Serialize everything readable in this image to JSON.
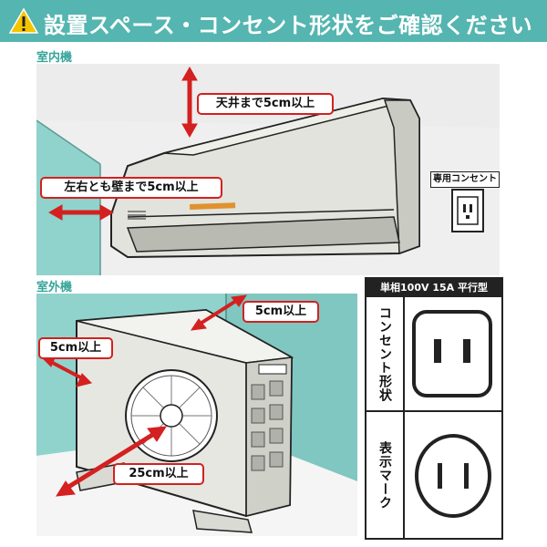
{
  "banner": {
    "title": "設置スペース・コンセント形状をご確認ください",
    "icon": "warning-icon",
    "bg_color": "#55b5b0"
  },
  "indoor": {
    "section_label": "室内機",
    "ceiling_callout": "天井まで5cm以上",
    "side_callout": "左右とも壁まで5cm以上",
    "outlet_caption": "専用コンセント"
  },
  "outdoor": {
    "section_label": "室外機",
    "back_callout": "5cm以上",
    "left_callout": "5cm以上",
    "front_callout": "25cm以上"
  },
  "spec": {
    "header": "単相100V 15A 平行型",
    "row1_label": "コンセント形状",
    "row2_label": "表示マーク"
  },
  "colors": {
    "accent_teal": "#55b5b0",
    "wall_teal": "#8fd3cc",
    "arrow_red": "#d42020"
  }
}
